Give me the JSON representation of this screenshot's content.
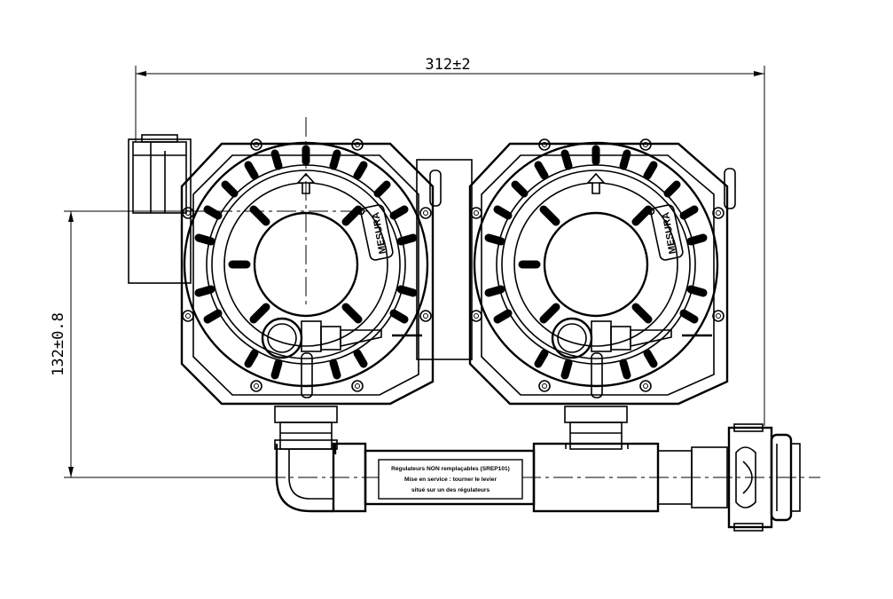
{
  "dimensions": {
    "width_label": "312±2",
    "height_label": "132±0.8"
  },
  "brand": "MESURA",
  "plate": {
    "line1": "Régulateurs NON remplaçables (SREP101)",
    "line2": "Mise en service : tourner le levier",
    "line3": "situé sur un des régulateurs"
  }
}
